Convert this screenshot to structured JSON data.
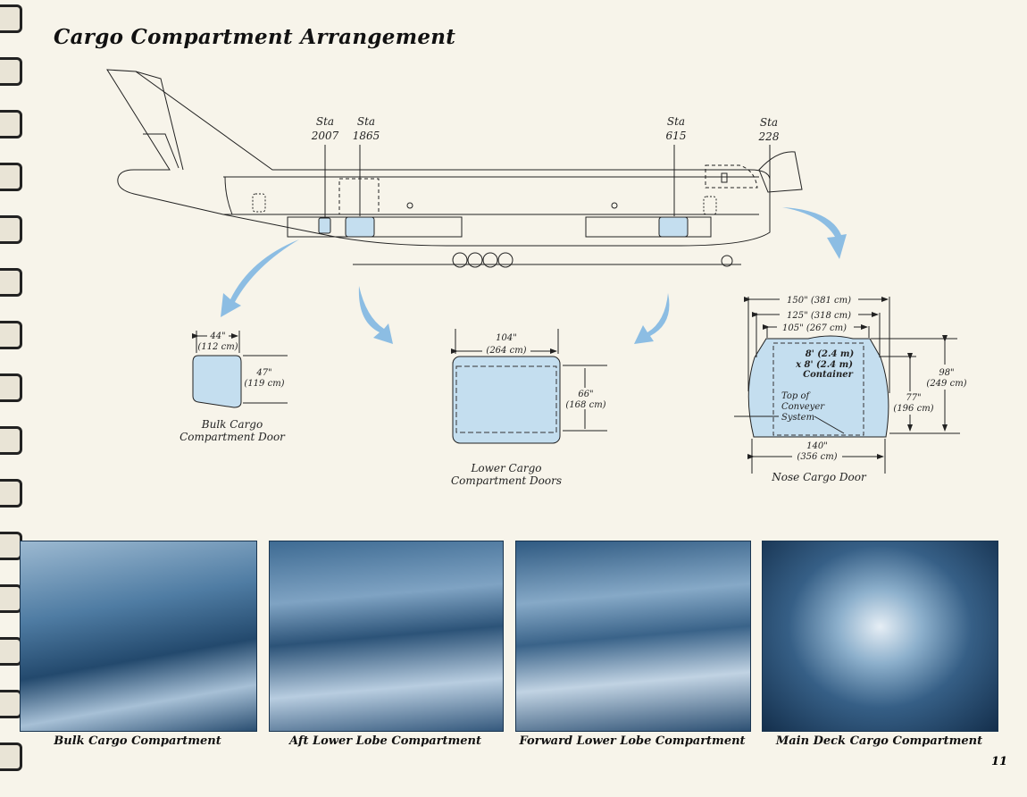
{
  "title": "Cargo Compartment Arrangement",
  "stations": [
    {
      "label": "Sta",
      "number": "2007"
    },
    {
      "label": "Sta",
      "number": "1865"
    },
    {
      "label": "Sta",
      "number": "615"
    },
    {
      "label": "Sta",
      "number": "228"
    }
  ],
  "bulk_door": {
    "width_in": "44\"",
    "width_cm": "(112 cm)",
    "height_in": "47\"",
    "height_cm": "(119 cm)",
    "caption_line1": "Bulk Cargo",
    "caption_line2": "Compartment Door"
  },
  "lower_door": {
    "width_in": "104\"",
    "width_cm": "(264 cm)",
    "height_in": "66\"",
    "height_cm": "(168 cm)",
    "caption_line1": "Lower Cargo",
    "caption_line2": "Compartment Doors"
  },
  "nose_door": {
    "dim1": "150\" (381 cm)",
    "dim2": "125\" (318 cm)",
    "dim3": "105\" (267 cm)",
    "container_line1": "8' (2.4 m)",
    "container_line2": "x 8' (2.4 m)",
    "container_line3": "Container",
    "conveyer_line1": "Top of",
    "conveyer_line2": "Conveyer",
    "conveyer_line3": "System",
    "h98_in": "98\"",
    "h98_cm": "(249 cm)",
    "h77_in": "77\"",
    "h77_cm": "(196 cm)",
    "bottom_in": "140\"",
    "bottom_cm": "(356 cm)",
    "caption": "Nose Cargo Door"
  },
  "photos": [
    {
      "caption": "Bulk Cargo Compartment"
    },
    {
      "caption": "Aft Lower Lobe Compartment"
    },
    {
      "caption": "Forward Lower Lobe Compartment"
    },
    {
      "caption": "Main Deck Cargo Compartment"
    }
  ],
  "page_number": "11",
  "colors": {
    "door_fill": "#c4deef",
    "arrow": "#8cbde3",
    "photo": "#3a6a92"
  }
}
